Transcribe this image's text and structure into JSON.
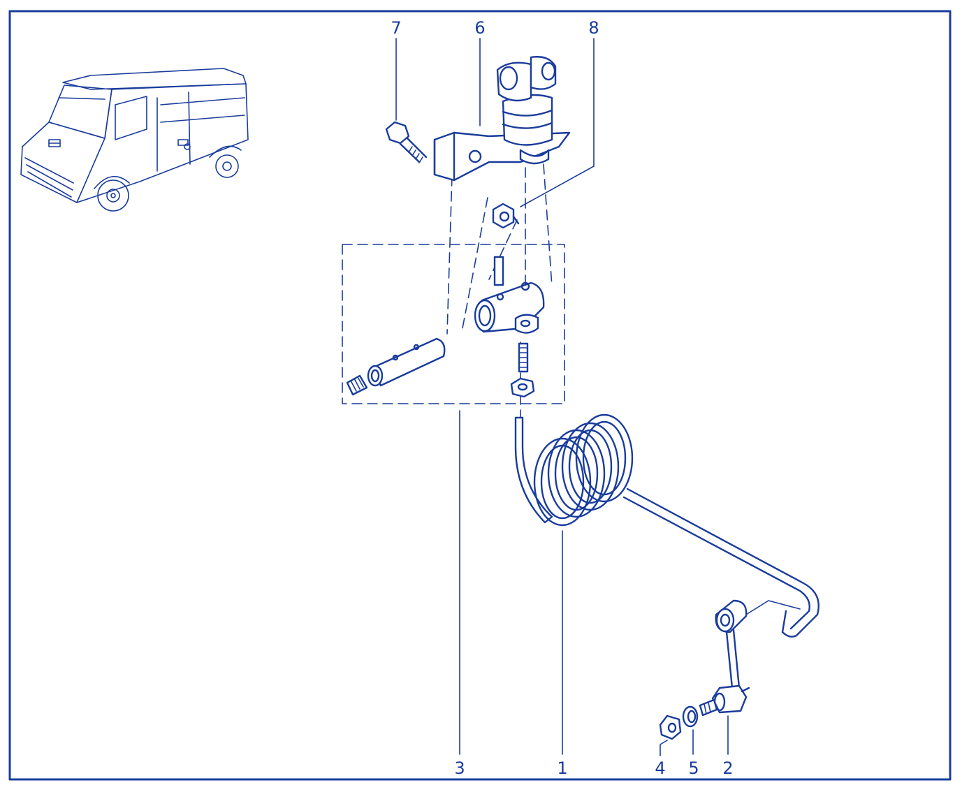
{
  "diagram": {
    "ink_color": "#1a3c9c",
    "labels": {
      "p1": "1",
      "p2": "2",
      "p3": "3",
      "p4": "4",
      "p5": "5",
      "p6": "6",
      "p7": "7",
      "p8": "8"
    }
  }
}
